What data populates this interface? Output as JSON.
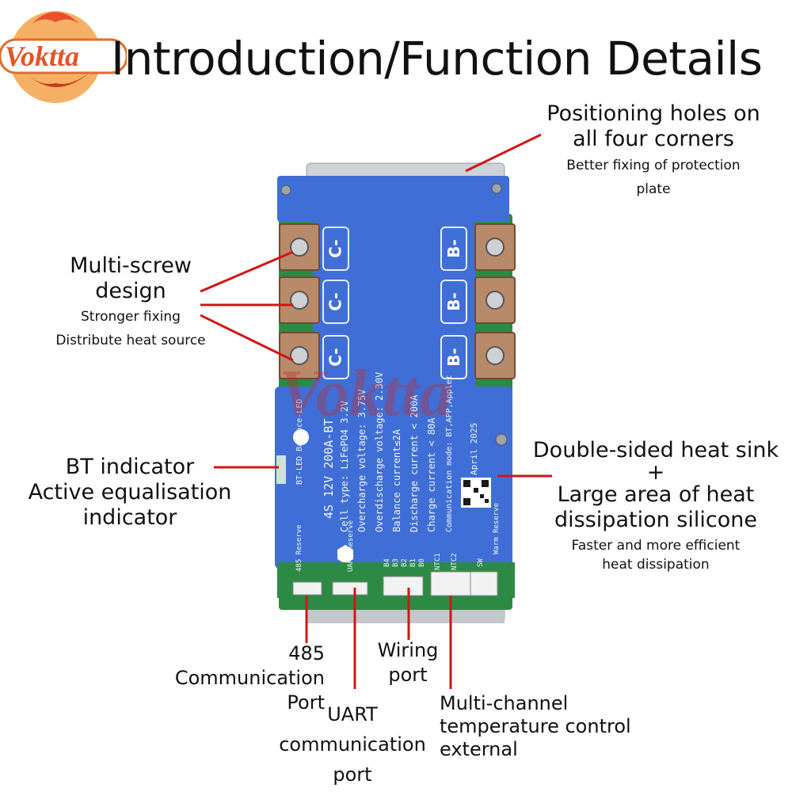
{
  "logo": {
    "text": "Voktta"
  },
  "watermark": {
    "text": "Voktta"
  },
  "title": "Introduction/Function Details",
  "callouts": {
    "positioning": {
      "line1": "Positioning holes on",
      "line2": "all four corners",
      "sub1": "Better fixing of protection",
      "sub2": "plate"
    },
    "multiscrew": {
      "line1": "Multi-screw",
      "line2": "design",
      "sub1": "Stronger fixing",
      "sub2": "Distribute heat source"
    },
    "bt": {
      "line1": "BT indicator",
      "line2": "Active equalisation",
      "line3": "indicator"
    },
    "heatsink": {
      "line1": "Double-sided heat sink",
      "line2": "+",
      "line3": "Large area of heat",
      "line4": "dissipation silicone",
      "sub1": "Faster and more efficient",
      "sub2": "heat dissipation"
    },
    "port485": {
      "line1": "485",
      "line2": "Communication",
      "line3": "Port"
    },
    "uart": {
      "line1": "UART",
      "line2": "communication",
      "line3": "port"
    },
    "wiring": {
      "line1": "Wiring",
      "line2": "port"
    },
    "temp": {
      "line1": "Multi-channel",
      "line2": "temperature control",
      "line3": "external"
    }
  },
  "board": {
    "terminal_left": "C-",
    "terminal_right": "B-",
    "model": "4S 12V 200A-BT",
    "spec_lines": [
      "Cell type: LiFePO4 3.2V",
      "Overcharge voltage: 3.75V",
      "Overdischarge voltage: 2.30V",
      "Balance current≤2A",
      "Discharge current < 200A",
      "Charge current < 80A",
      "Communication mode: BT,APP,Applet"
    ],
    "date": "April 2025",
    "led_label": "BT-LED Balance-LED",
    "warm_reserve": "Warm Reserve",
    "ports": {
      "p485": "485 Reserve",
      "uart": "UART Reserve",
      "bal": [
        "B4",
        "B3",
        "B2",
        "B1",
        "B0"
      ],
      "ntc1": "NTC1",
      "ntc2": "NTC2",
      "sw": "SW"
    }
  },
  "colors": {
    "board_blue": "#3f6fd6",
    "callout_line": "#d01616",
    "pcb_green": "#2c8a44"
  }
}
